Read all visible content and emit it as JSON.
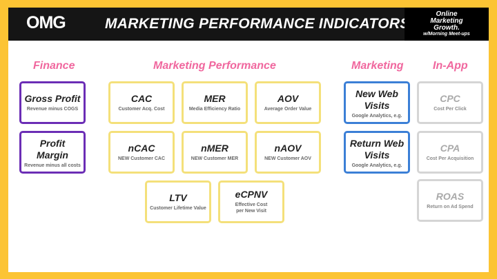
{
  "header": {
    "logo": "OMG",
    "title": "MARKETING PERFORMANCE INDICATORS",
    "brand": [
      "Online",
      "Marketing",
      "Growth."
    ],
    "brand_sub": "w/Morning Meet-ups"
  },
  "columns": {
    "finance": "Finance",
    "marketing_performance": "Marketing Performance",
    "marketing": "Marketing",
    "in_app": "In-App"
  },
  "cards": {
    "gross_profit": {
      "title": "Gross Profit",
      "desc": "Revenue minus COGS"
    },
    "profit_margin": {
      "title_1": "Profit",
      "title_2": "Margin",
      "desc": "Revenue minus all costs"
    },
    "cac": {
      "title": "CAC",
      "desc": "Customer Acq. Cost"
    },
    "mer": {
      "title": "MER",
      "desc": "Media Efficiency Ratio"
    },
    "aov": {
      "title": "AOV",
      "desc": "Average Order Value"
    },
    "ncac": {
      "title": "nCAC",
      "desc": "NEW Customer CAC"
    },
    "nmer": {
      "title": "nMER",
      "desc": "NEW Customer MER"
    },
    "naov": {
      "title": "nAOV",
      "desc": "NEW Customer AOV"
    },
    "ltv": {
      "title": "LTV",
      "desc": "Customer Lifetime Value"
    },
    "ecpnv": {
      "title": "eCPNV",
      "desc_1": "Effective Cost",
      "desc_2": "per New Visit"
    },
    "new_web_visits": {
      "title_1": "New Web",
      "title_2": "Visits",
      "desc": "Google Analytics, e.g."
    },
    "return_web_visits": {
      "title_1": "Return Web",
      "title_2": "Visits",
      "desc": "Google Analytics, e.g."
    },
    "cpc": {
      "title": "CPC",
      "desc": "Cost Per Click"
    },
    "cpa": {
      "title": "CPA",
      "desc": "Cost Per Acquisition"
    },
    "roas": {
      "title": "ROAS",
      "desc": "Return on Ad Spend"
    }
  },
  "colors": {
    "frame": "#fcc434",
    "header_bg": "#151515",
    "heading_pink": "#f0679e",
    "finance_border": "#6b2db5",
    "performance_border": "#f4e07a",
    "marketing_border": "#3b7fd6",
    "inapp_border": "#d5d5d5"
  }
}
